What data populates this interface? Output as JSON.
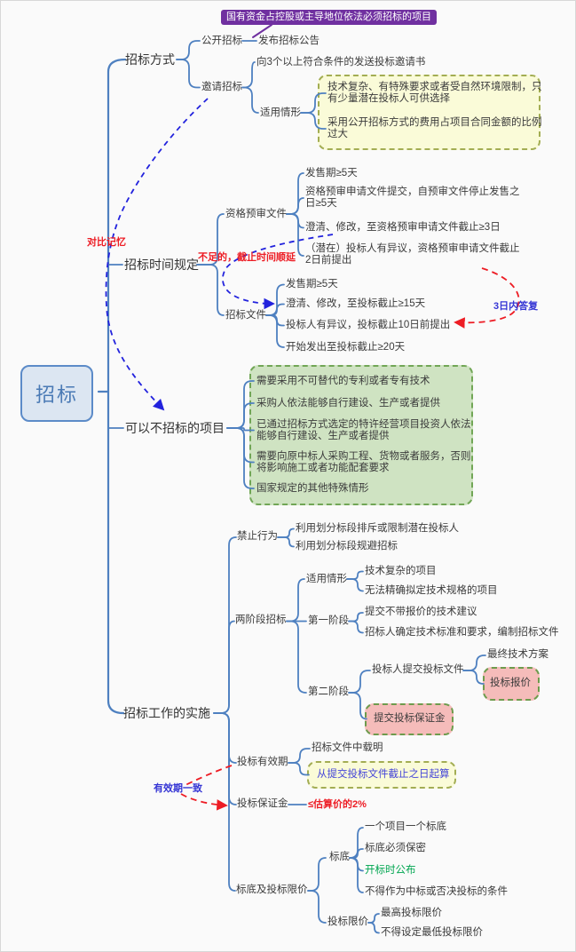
{
  "root": {
    "label": "招标"
  },
  "colors": {
    "line": "#4e80c0",
    "callout_bg": "#7030a0",
    "yellow_fill": "#fafbd8",
    "green_fill": "#cfe3c2",
    "pink_fill": "#f5bcba",
    "annotation_red": "#ed1c24",
    "annotation_blue": "#3434d4",
    "green_text": "#00a550",
    "purple_text": "#4444d8"
  },
  "annotations": {
    "compare_memory": "对比记忆",
    "deadline_extend": "不足的，截止时间顺延",
    "reply_3days": "3日内答复",
    "validity_same": "有效期一致"
  },
  "bidding_method": {
    "label": "招标方式",
    "open": {
      "label": "公开招标",
      "announce": "发布招标公告",
      "callout": "国有资金占控股或主导地位依法必须招标的项目"
    },
    "invite": {
      "label": "邀请招标",
      "send": "向3个以上符合条件的发送投标邀请书",
      "applicable": {
        "label": "适用情形",
        "items": [
          "技术复杂、有特殊要求或者受自然环境限制，只有少量潜在投标人可供选择",
          "采用公开招标方式的费用占项目合同金额的比例过大"
        ]
      }
    }
  },
  "time_rules": {
    "label": "招标时间规定",
    "prequalification": {
      "label": "资格预审文件",
      "items": [
        "发售期≥5天",
        "资格预审申请文件提交，自预审文件停止发售之日≥5天",
        "澄清、修改，至资格预审申请文件截止≥3日",
        "（潜在）投标人有异议，资格预审申请文件截止2日前提出"
      ]
    },
    "bid_docs": {
      "label": "招标文件",
      "items": [
        "发售期≥5天",
        "澄清、修改，至投标截止≥15天",
        "投标人有异议，投标截止10日前提出",
        "开始发出至投标截止≥20天"
      ]
    }
  },
  "no_bidding": {
    "label": "可以不招标的项目",
    "items": [
      "需要采用不可替代的专利或者专有技术",
      "采购人依法能够自行建设、生产或者提供",
      "已通过招标方式选定的特许经营项目投资人依法能够自行建设、生产或者提供",
      "需要向原中标人采购工程、货物或者服务，否则将影响施工或者功能配套要求",
      "国家规定的其他特殊情形"
    ]
  },
  "implementation": {
    "label": "招标工作的实施",
    "prohibited": {
      "label": "禁止行为",
      "items": [
        "利用划分标段排斥或限制潜在投标人",
        "利用划分标段规避招标"
      ]
    },
    "two_stage": {
      "label": "两阶段招标",
      "applicable": {
        "label": "适用情形",
        "items": [
          "技术复杂的项目",
          "无法精确拟定技术规格的项目"
        ]
      },
      "stage1": {
        "label": "第一阶段",
        "items": [
          "提交不带报价的技术建议",
          "招标人确定技术标准和要求，编制招标文件"
        ]
      },
      "stage2": {
        "label": "第二阶段",
        "submit": {
          "label": "投标人提交投标文件",
          "final_plan": "最终技术方案",
          "quote": "投标报价"
        },
        "deposit": "提交投标保证金"
      }
    },
    "validity": {
      "label": "投标有效期",
      "stated": "招标文件中载明",
      "from_date": "从提交投标文件截止之日起算"
    },
    "deposit": {
      "label": "投标保证金",
      "limit": "≤估算价的2%"
    },
    "base_price": {
      "label": "标底及投标限价",
      "base": {
        "label": "标底",
        "items": [
          "一个项目一个标底",
          "标底必须保密",
          "开标时公布",
          "不得作为中标或否决投标的条件"
        ]
      },
      "limit": {
        "label": "投标限价",
        "items": [
          "最高投标限价",
          "不得设定最低投标限价"
        ]
      }
    }
  }
}
